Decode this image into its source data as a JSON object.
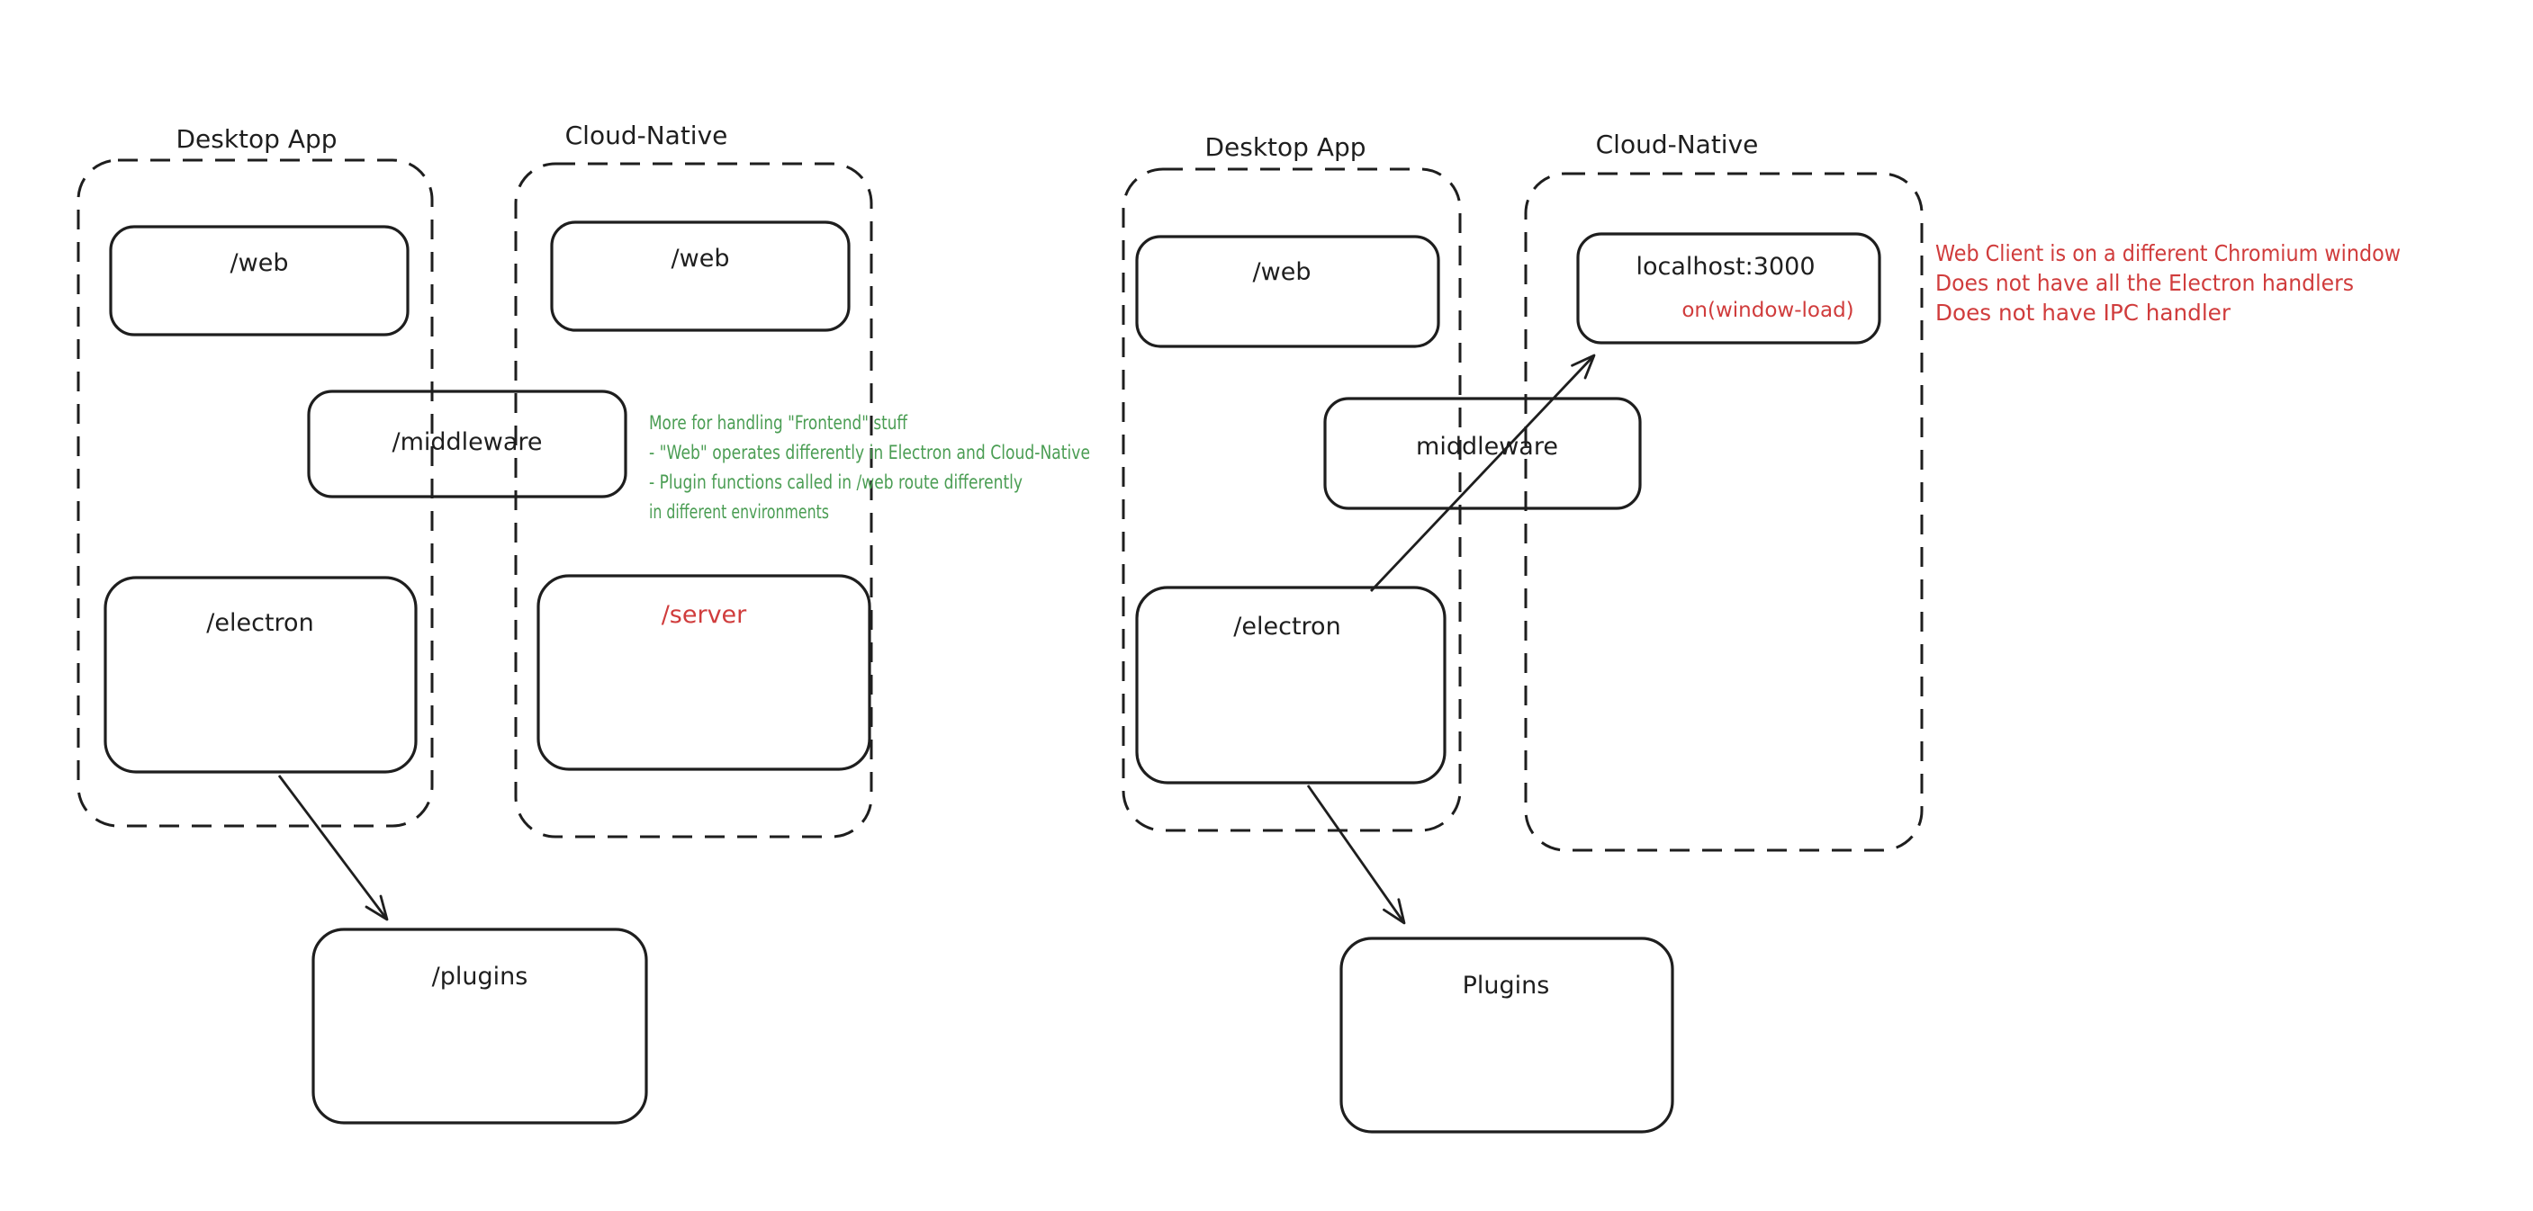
{
  "colors": {
    "ink": "#1e1e1e",
    "green": "#4a9d53",
    "red": "#d03c3c",
    "background": "#ffffff"
  },
  "left": {
    "desktop_label": "Desktop App",
    "cloud_label": "Cloud-Native",
    "web_desktop": "/web",
    "web_cloud": "/web",
    "middleware": "/middleware",
    "electron": "/electron",
    "server": "/server",
    "plugins": "/plugins",
    "green_note": [
      "More for handling \"Frontend\" stuff",
      "- \"Web\" operates differently in Electron and Cloud-Native",
      "- Plugin functions called in /web route differently",
      "in different environments"
    ]
  },
  "right": {
    "desktop_label": "Desktop App",
    "cloud_label": "Cloud-Native",
    "web": "/web",
    "localhost": "localhost:3000",
    "window_load": "on(window-load)",
    "middleware": "middleware",
    "electron": "/electron",
    "plugins": "Plugins",
    "red_note": [
      "Web Client is on a different Chromium window",
      "Does not have all the Electron handlers",
      "Does not have IPC handler"
    ]
  }
}
